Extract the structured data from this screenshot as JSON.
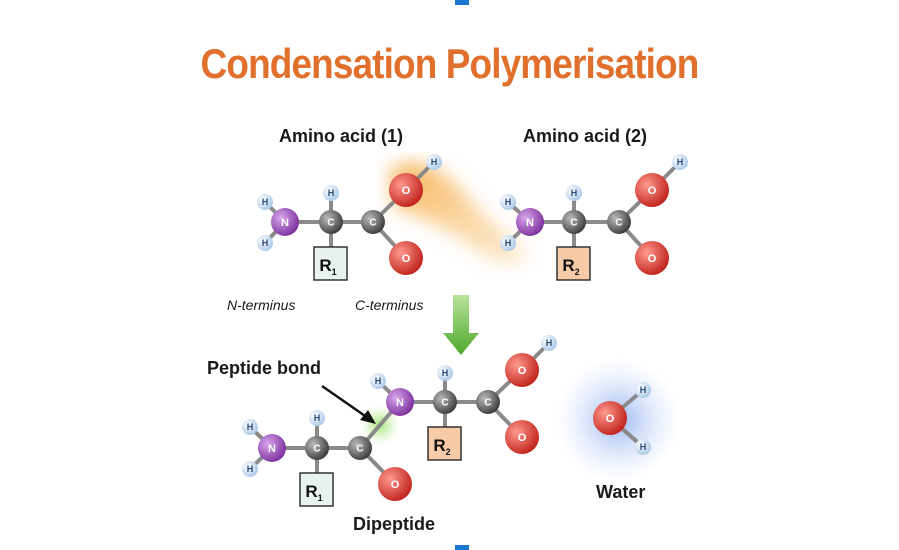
{
  "title": "Condensation Polymerisation",
  "labels": {
    "amino_acid_1": "Amino acid (1)",
    "amino_acid_2": "Amino acid (2)",
    "n_terminus": "N-terminus",
    "c_terminus": "C-terminus",
    "peptide_bond": "Peptide bond",
    "dipeptide": "Dipeptide",
    "water": "Water"
  },
  "atoms": {
    "h": "H",
    "c": "C",
    "n": "N",
    "o": "O",
    "r1": "R",
    "r2": "R",
    "sub1": "1",
    "sub2": "2"
  },
  "colors": {
    "title": "#E0702C",
    "nitrogen": "#8E44AD",
    "oxygen": "#D9302A",
    "carbon": "#555555",
    "hydrogen": "#cfe2f5",
    "arrow": "#5CB531",
    "r1_box": "#E8F3EE",
    "r2_box": "#F8CBA8"
  }
}
